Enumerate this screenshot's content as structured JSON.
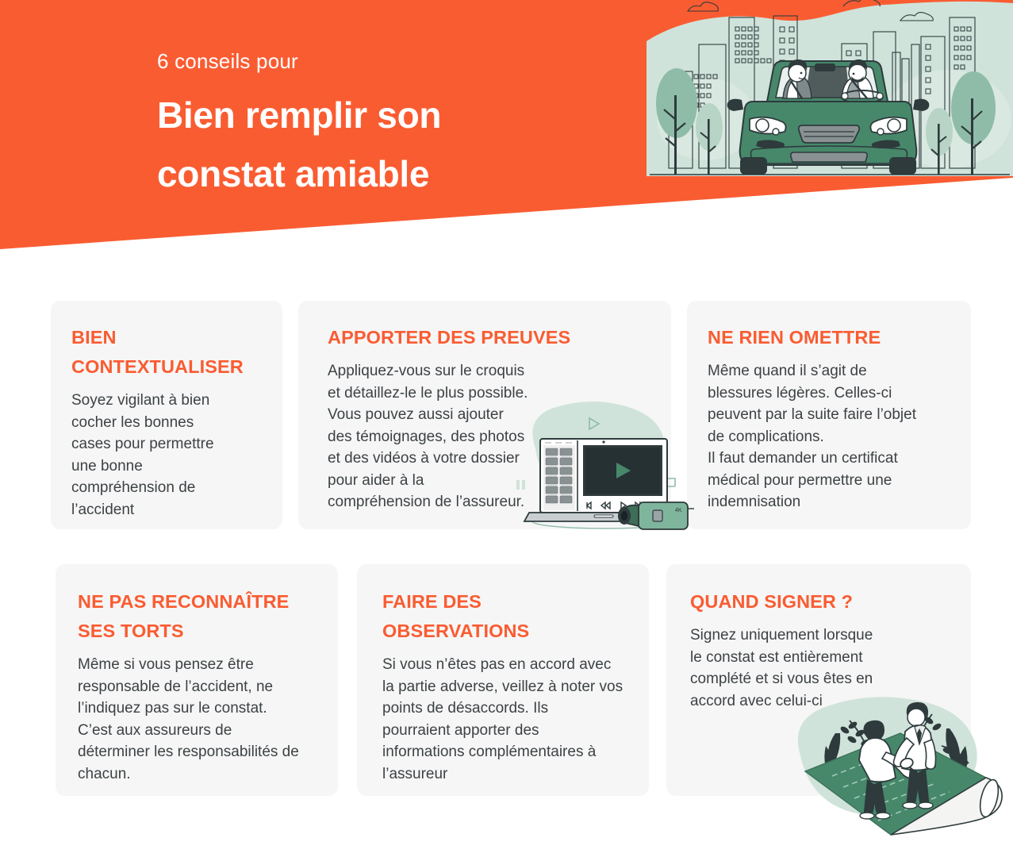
{
  "header": {
    "eyebrow": "6 conseils pour",
    "headline": "Bien remplir son\nconstat amiable",
    "background_color": "#FA5C32",
    "illustration_name": "car-with-two-people-city-illustration"
  },
  "theme": {
    "accent_color": "#FA5C32",
    "card_background": "#F6F6F6",
    "body_text_color": "#3D4245",
    "illustration_green": "#47886B",
    "illustration_mint": "#CFE3DA",
    "page_background": "#FFFFFF"
  },
  "cards": [
    {
      "index": 1,
      "title": "BIEN\nCONTEXTUALISER",
      "body": "Soyez vigilant à bien\ncocher les bonnes\ncases pour permettre\nune bonne\ncompréhension de\nl’accident"
    },
    {
      "index": 2,
      "title": "APPORTER DES PREUVES",
      "body": "Appliquez-vous sur le croquis\net détaillez-le le plus possible.\nVous pouvez aussi ajouter\ndes témoignages, des photos\net des vidéos à votre dossier\npour aider à la\ncompréhension de l’assureur.",
      "illustration_name": "laptop-video-editor-and-camcorder"
    },
    {
      "index": 3,
      "title": "NE RIEN OMETTRE",
      "body": "Même quand il s’agit de\nblessures légères. Celles-ci\npeuvent par la suite faire l’objet\nde complications.\nIl faut demander un certificat\nmédical pour permettre une\nindemnisation"
    },
    {
      "index": 4,
      "title": "NE PAS RECONNAÎTRE\nSES TORTS",
      "body": "Même si vous pensez être\nresponsable de l’accident, ne\nl’indiquez pas sur le constat.\nC’est aux assureurs de\ndéterminer les responsabilités de\nchacun."
    },
    {
      "index": 5,
      "title": "FAIRE DES\nOBSERVATIONS",
      "body": "Si vous n’êtes pas en accord avec\nla partie adverse, veillez à noter vos\npoints de désaccords. Ils\npourraient apporter des\ninformations complémentaires à\nl’assureur"
    },
    {
      "index": 6,
      "title": "QUAND SIGNER ?",
      "body": "Signez uniquement lorsque\nle constat est entièrement\ncomplété et si vous êtes en\naccord avec celui-ci",
      "illustration_name": "two-people-handshake-on-document"
    }
  ]
}
